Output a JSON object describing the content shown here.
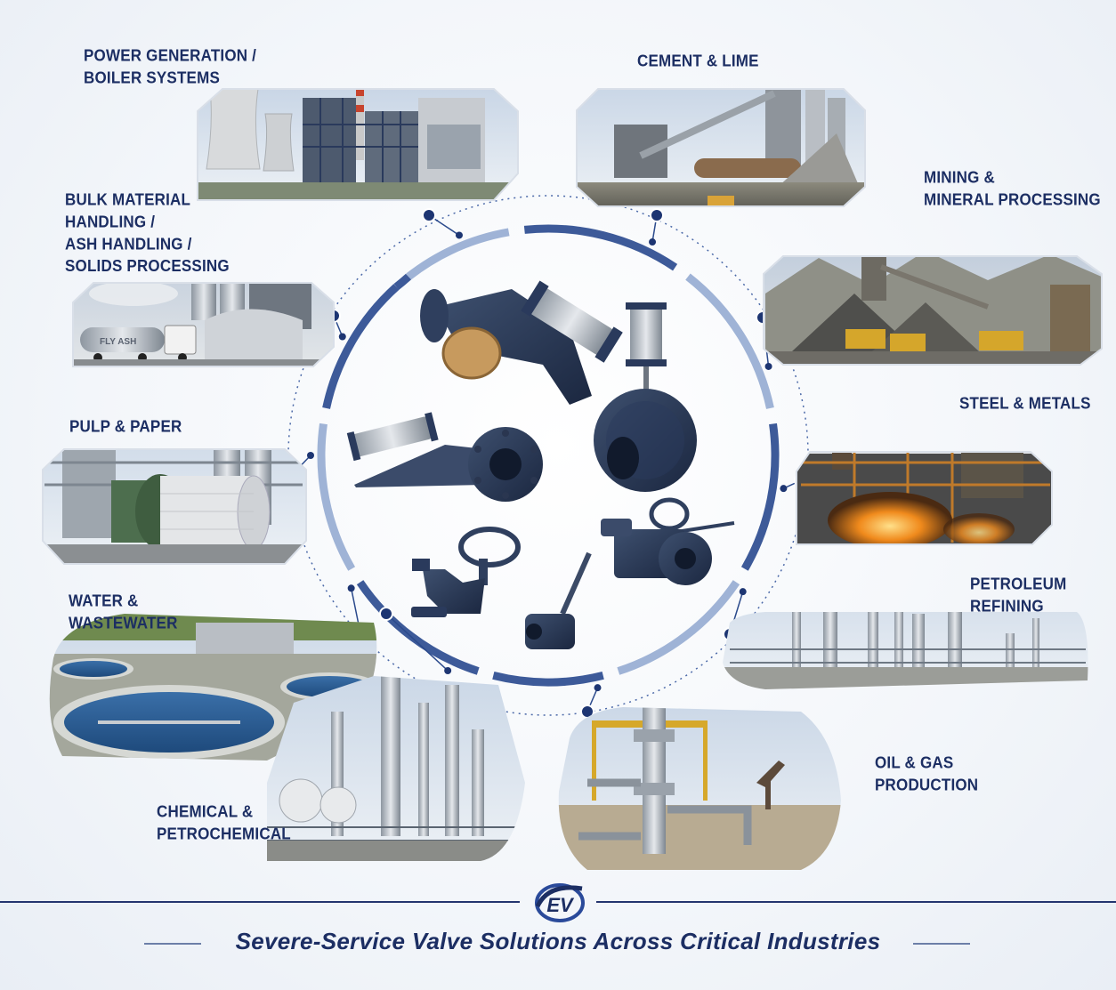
{
  "industries": [
    {
      "id": "power",
      "label": "POWER GENERATION /\nBOILER SYSTEMS",
      "icon": "power-plant-photo"
    },
    {
      "id": "cement",
      "label": "CEMENT & LIME",
      "icon": "cement-plant-photo"
    },
    {
      "id": "mining",
      "label": "MINING &\nMINERAL PROCESSING",
      "icon": "mining-photo"
    },
    {
      "id": "bulk",
      "label": "BULK MATERIAL\nHANDLING /\nASH HANDLING /\nSOLIDS PROCESSING",
      "icon": "ash-handling-photo",
      "truck_text": "FLY ASH"
    },
    {
      "id": "steel",
      "label": "STEEL & METALS",
      "icon": "steel-mill-photo"
    },
    {
      "id": "pulp",
      "label": "PULP & PAPER",
      "icon": "paper-mill-photo"
    },
    {
      "id": "petroleum",
      "label": "PETROLEUM\nREFINING",
      "icon": "refinery-photo"
    },
    {
      "id": "water",
      "label": "WATER &\nWASTEWATER",
      "icon": "water-treatment-photo"
    },
    {
      "id": "chemical",
      "label": "CHEMICAL &\nPETROCHEMICAL",
      "icon": "chemical-plant-photo"
    },
    {
      "id": "oilgas",
      "label": "OIL & GAS\nPRODUCTION",
      "icon": "wellhead-photo"
    }
  ],
  "center": {
    "valves": [
      "actuated-knife-gate-valve-icon",
      "pneumatic-gate-valve-icon",
      "lever-butterfly-valve-icon",
      "globe-valve-icon",
      "plug-valve-icon",
      "gear-operated-valve-icon"
    ]
  },
  "logo": {
    "text": "EV"
  },
  "tagline": "Severe-Service Valve Solutions Across Critical Industries",
  "colors": {
    "navy": "#1c2e63",
    "ring": "#3d5a99",
    "ring_light": "#9fb3d6",
    "node": "#1d3572"
  }
}
